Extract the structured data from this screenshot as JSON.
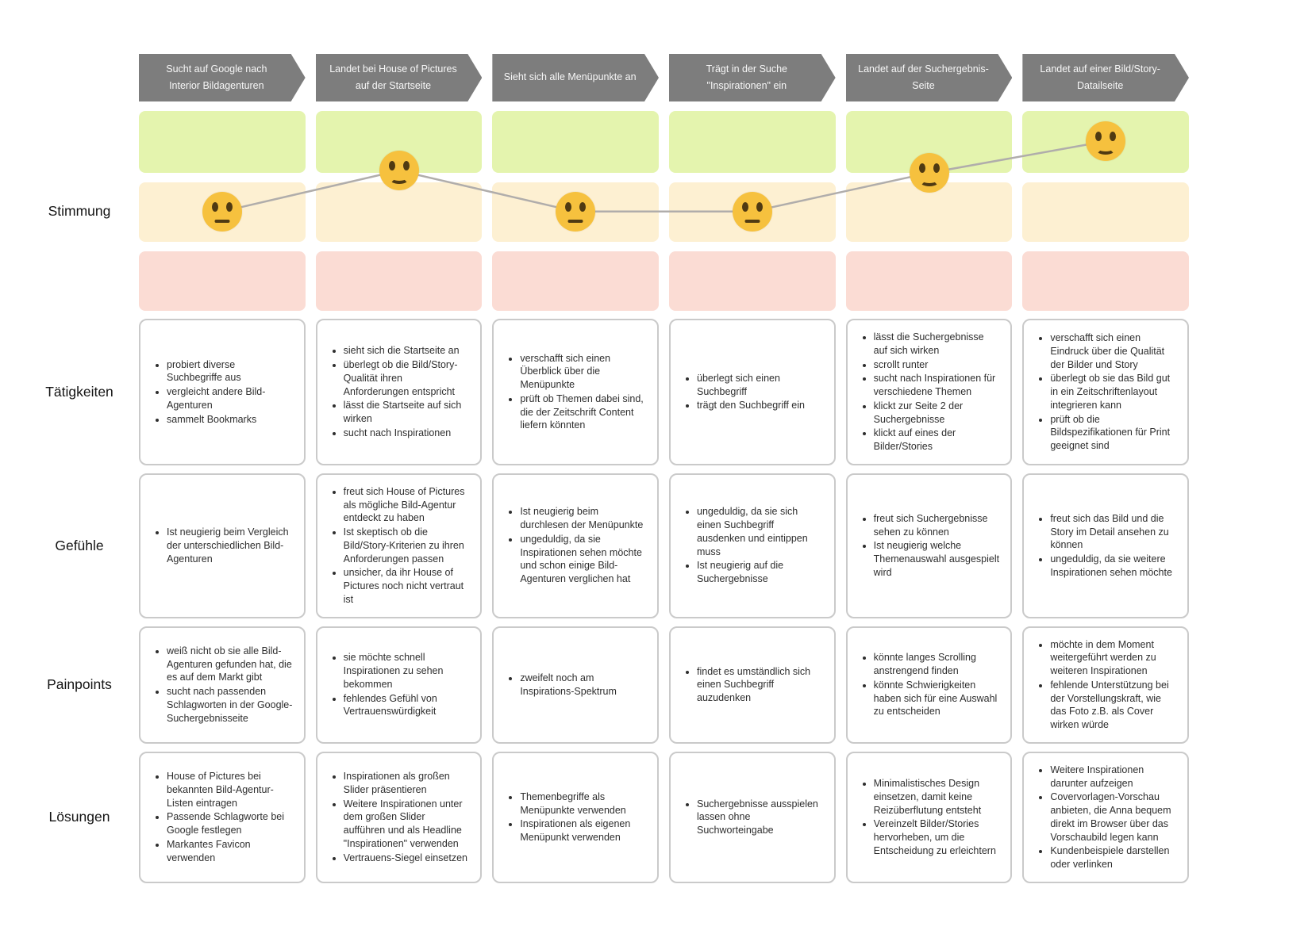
{
  "stages": [
    {
      "label": "Sucht auf Google nach Interior Bildagenturen"
    },
    {
      "label": "Landet bei House of Pictures auf der Startseite"
    },
    {
      "label": "Sieht sich alle Menüpunkte an"
    },
    {
      "label": "Trägt in der Suche \"Inspirationen\" ein"
    },
    {
      "label": "Landet auf der Suchergebnis-Seite"
    },
    {
      "label": "Landet auf einer Bild/Story-Datailseite"
    }
  ],
  "mood": {
    "row_label": "Stimmung",
    "bands": [
      {
        "name": "positive",
        "color": "#e4f4ae"
      },
      {
        "name": "neutral",
        "color": "#fdf0d2"
      },
      {
        "name": "negative",
        "color": "#fbdcd4"
      }
    ],
    "line_color": "#b0adab",
    "emoji_color": "#f6c13e",
    "points": [
      {
        "stage": 1,
        "face": "neutral",
        "y_frac": 0.503
      },
      {
        "stage": 2,
        "face": "happy",
        "y_frac": 0.298
      },
      {
        "stage": 3,
        "face": "neutral",
        "y_frac": 0.503
      },
      {
        "stage": 4,
        "face": "neutral",
        "y_frac": 0.503
      },
      {
        "stage": 5,
        "face": "happy",
        "y_frac": 0.31
      },
      {
        "stage": 6,
        "face": "happy",
        "y_frac": 0.151
      }
    ]
  },
  "rows": [
    {
      "label": "Tätigkeiten",
      "cells": [
        {
          "items": [
            "probiert diverse Suchbegriffe aus",
            "vergleicht andere Bild-Agenturen",
            "sammelt Bookmarks"
          ]
        },
        {
          "items": [
            "sieht sich die Startseite an",
            "überlegt ob die Bild/Story-Qualität ihren Anforderungen entspricht",
            "lässt die Startseite auf sich wirken",
            "sucht nach Inspirationen"
          ]
        },
        {
          "items": [
            "verschafft sich einen Überblick über die Menüpunkte",
            "prüft ob Themen dabei sind, die der Zeitschrift Content liefern könnten"
          ]
        },
        {
          "items": [
            "überlegt sich einen Suchbegriff",
            "trägt den Suchbegriff ein"
          ]
        },
        {
          "items": [
            "lässt die Suchergebnisse auf sich wirken",
            "scrollt runter",
            "sucht nach Inspirationen für verschiedene Themen",
            "klickt zur Seite 2 der Suchergebnisse",
            "klickt auf eines der Bilder/Stories"
          ]
        },
        {
          "items": [
            "verschafft sich einen Eindruck über die Qualität der Bilder und Story",
            "überlegt ob sie das Bild gut in ein Zeitschriftenlayout integrieren kann",
            "prüft ob die Bildspezifikationen für Print geeignet sind"
          ]
        }
      ]
    },
    {
      "label": "Gefühle",
      "cells": [
        {
          "items": [
            "Ist neugierig beim Vergleich der unterschiedlichen Bild-Agenturen"
          ]
        },
        {
          "items": [
            "freut sich House of Pictures als mögliche Bild-Agentur entdeckt zu haben",
            "Ist skeptisch ob die Bild/Story-Kriterien zu ihren Anforderungen passen",
            "unsicher, da ihr House of Pictures noch nicht vertraut ist"
          ]
        },
        {
          "items": [
            "Ist neugierig beim durchlesen der Menüpunkte",
            "ungeduldig, da sie Inspirationen sehen möchte und schon einige Bild-Agenturen verglichen hat"
          ]
        },
        {
          "items": [
            "ungeduldig, da sie sich einen Suchbegriff ausdenken und eintippen muss",
            "Ist neugierig auf die Suchergebnisse"
          ]
        },
        {
          "items": [
            "freut sich Suchergebnisse sehen zu können",
            "Ist neugierig welche Themenauswahl ausgespielt wird"
          ]
        },
        {
          "items": [
            "freut sich das Bild und die Story im Detail ansehen zu können",
            "ungeduldig, da sie weitere Inspirationen sehen möchte"
          ]
        }
      ]
    },
    {
      "label": "Painpoints",
      "cells": [
        {
          "items": [
            "weiß nicht ob sie alle Bild-Agenturen gefunden hat, die es auf dem Markt gibt",
            "sucht nach passenden Schlagworten in der Google-Suchergebnisseite"
          ]
        },
        {
          "items": [
            "sie möchte schnell Inspirationen zu sehen bekommen",
            "fehlendes Gefühl von Vertrauenswürdigkeit"
          ]
        },
        {
          "items": [
            "zweifelt noch am Inspirations-Spektrum"
          ]
        },
        {
          "items": [
            "findet es umständlich sich einen Suchbegriff auzudenken"
          ]
        },
        {
          "items": [
            "könnte langes Scrolling anstrengend finden",
            "könnte Schwierigkeiten haben sich für eine Auswahl zu entscheiden"
          ]
        },
        {
          "items": [
            "möchte in dem Moment weitergeführt werden zu weiteren Inspirationen",
            "fehlende Unterstützung bei der Vorstellungskraft, wie das Foto z.B. als Cover wirken würde"
          ]
        }
      ]
    },
    {
      "label": "Lösungen",
      "cells": [
        {
          "items": [
            "House of Pictures bei bekannten Bild-Agentur-Listen eintragen",
            "Passende Schlagworte bei Google festlegen",
            "Markantes Favicon verwenden"
          ]
        },
        {
          "items": [
            "Inspirationen als großen Slider präsentieren",
            "Weitere Inspirationen unter dem großen Slider aufführen und als Headline \"Inspirationen\" verwenden",
            "Vertrauens-Siegel einsetzen"
          ]
        },
        {
          "items": [
            "Themenbegriffe als Menüpunkte verwenden",
            "Inspirationen als eigenen Menüpunkt verwenden"
          ]
        },
        {
          "items": [
            "Suchergebnisse ausspielen lassen ohne Suchworteingabe"
          ]
        },
        {
          "items": [
            "Minimalistisches Design einsetzen, damit keine Reizüberflutung entsteht",
            "Vereinzelt Bilder/Stories hervorheben, um die Entscheidung zu erleichtern"
          ]
        },
        {
          "items": [
            "Weitere Inspirationen darunter aufzeigen",
            "Covervorlagen-Vorschau anbieten, die Anna bequem direkt im Browser über das Vorschaubild legen kann",
            "Kundenbeispiele darstellen oder verlinken"
          ]
        }
      ]
    }
  ]
}
